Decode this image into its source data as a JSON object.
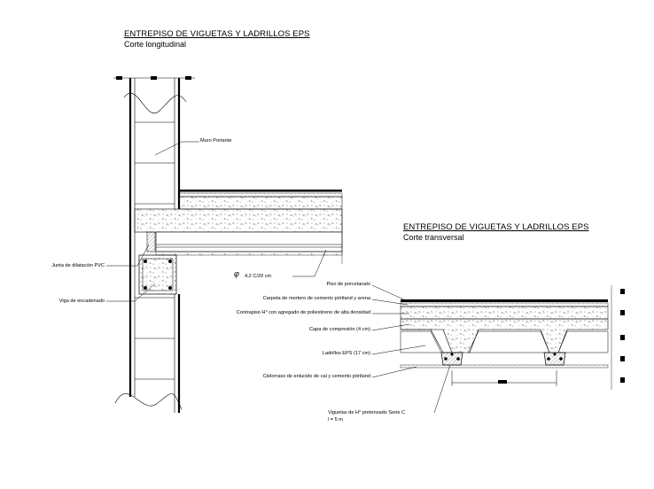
{
  "longitudinal": {
    "title": "ENTREPISO DE VIGUETAS Y LADRILLOS EPS",
    "subtitle": "Corte longitudinal",
    "labels": {
      "muro": "Muro Portante",
      "junta": "Junta de dilatación PVC",
      "viga": "Viga de encadenado",
      "rebar": "4,2 C/20 cm",
      "phi": "φ"
    }
  },
  "transversal": {
    "title": "ENTREPISO DE VIGUETAS Y LADRILLOS EPS",
    "subtitle": "Corte transversal",
    "labels": {
      "piso": "Piso de porcelanato",
      "carpeta": "Carpeta de mortero de cemento pórtland y arena",
      "contrapiso": "Contrapiso H° con agregado de poliestireno de alta densidad",
      "capa": "Capa de compresión (4 cm)",
      "ladrillos": "Ladrillos EPS (17 cm)",
      "cielorraso": "Cielorraso de enlucido de cal y cemento pórtland",
      "viguetas": "Viguetas de H° pretensado Serie C",
      "longitud": "l = 5 m"
    }
  }
}
